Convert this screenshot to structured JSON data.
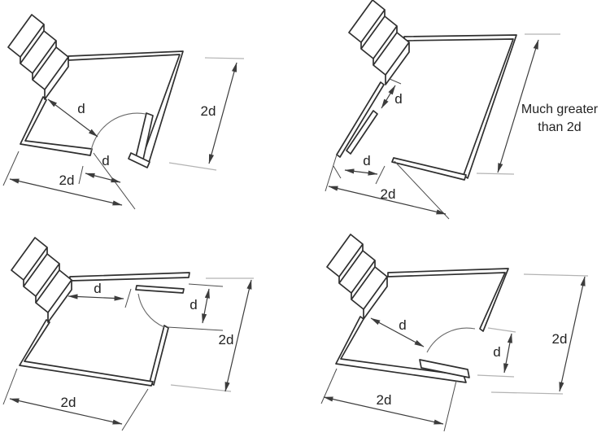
{
  "colors": {
    "line": "#2f2f2f",
    "dimension": "#3c3c3c",
    "extension_light": "#b3b3b3",
    "background": "#ffffff"
  },
  "diagrams": [
    {
      "dims": {
        "clearance_radius": "d",
        "door_opening": "d",
        "landing_width": "2d",
        "landing_depth": "2d"
      }
    },
    {
      "dims": {
        "door_travel": "d",
        "door_opening": "d",
        "landing_width": "2d",
        "depth_note_lines": [
          "Much greater",
          "than 2d"
        ]
      }
    },
    {
      "dims": {
        "door_distance": "d",
        "door_opening": "d",
        "landing_width": "2d",
        "landing_depth": "2d"
      }
    },
    {
      "dims": {
        "clearance_radius": "d",
        "door_opening": "d",
        "landing_width": "2d",
        "landing_depth": "2d"
      }
    }
  ]
}
